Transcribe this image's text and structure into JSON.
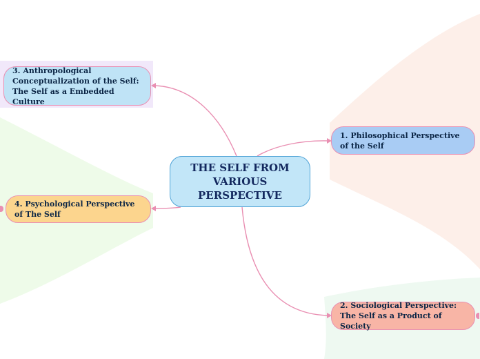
{
  "central": {
    "title": "THE SELF FROM VARIOUS PERSPECTIVE"
  },
  "branches": [
    {
      "label": "1. Philosophical Perspective of the Self",
      "color": "#a9ccf4"
    },
    {
      "label": "2. Sociological Perspective: The Self as a Product of Society",
      "color": "#f8b5a6"
    },
    {
      "label": "3. Anthropological Conceptualization of the Self: The Self as a Embedded Culture",
      "color": "#bfe3f6"
    },
    {
      "label": "4. Psychological Perspective of The Self",
      "color": "#fcd58e"
    }
  ],
  "colors": {
    "connector": "#e98fb2",
    "central_fill": "#c2e6f8",
    "central_border": "#4fa3d6"
  }
}
